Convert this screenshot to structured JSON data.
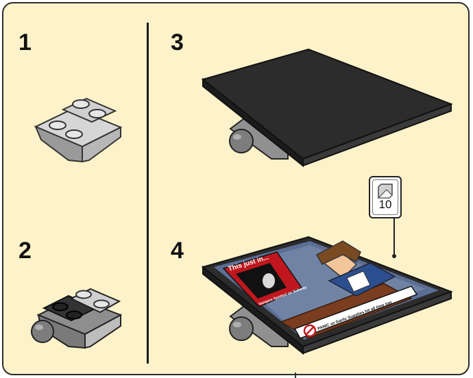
{
  "steps": {
    "s1": "1",
    "s2": "2",
    "s3": "3",
    "s4": "4"
  },
  "callout": {
    "count": "10"
  },
  "tile": {
    "headline": "This just in...",
    "subheadline": "Vampire Spotted on Subway",
    "ticker": "PANIC as Garlic Supplies hit all time low"
  },
  "colors": {
    "background": "#fdf2c9",
    "border": "#2b2b2b",
    "plate_dark": "#2c2c2c",
    "plate_light": "#c9c9c9",
    "tile_blue": "#5b6f95",
    "tile_red": "#c0171e"
  }
}
